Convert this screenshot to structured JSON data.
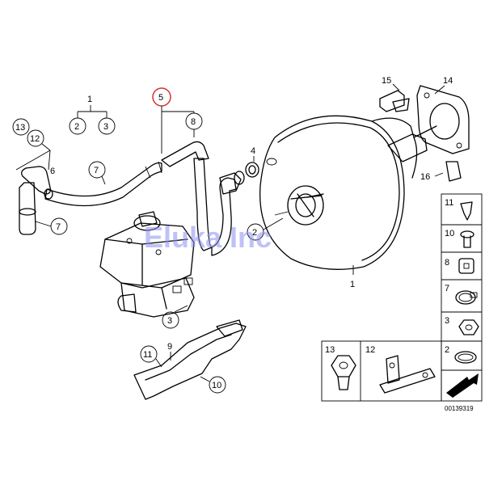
{
  "watermark": "Eluka Inc",
  "catalog_number": "00139319",
  "highlight_color": "#d8322c",
  "watermark_color": "#8a8ff0",
  "callouts": {
    "main_1": "1",
    "main_2_a": "2",
    "main_3_a": "3",
    "main_5": "5",
    "main_8": "8",
    "main_13": "13",
    "main_12": "12",
    "main_6": "6",
    "main_7_a": "7",
    "main_7_b": "7",
    "main_4": "4",
    "main_2_b": "2",
    "main_3_b": "3",
    "main_1_b": "1",
    "main_15": "15",
    "main_14": "14",
    "main_16": "16",
    "main_11": "11",
    "main_9": "9",
    "main_10": "10"
  },
  "legend_right": [
    {
      "num": "11",
      "icon": "push-clip-icon"
    },
    {
      "num": "10",
      "icon": "screw-icon"
    },
    {
      "num": "8",
      "icon": "grommet-icon"
    },
    {
      "num": "7",
      "icon": "hose-clamp-icon"
    },
    {
      "num": "3",
      "icon": "hex-nut-icon"
    },
    {
      "num": "2",
      "icon": "seal-ring-icon"
    }
  ],
  "legend_bottom": [
    {
      "num": "13",
      "icon": "nut-clip-icon"
    },
    {
      "num": "12",
      "icon": "bracket-icon"
    }
  ]
}
